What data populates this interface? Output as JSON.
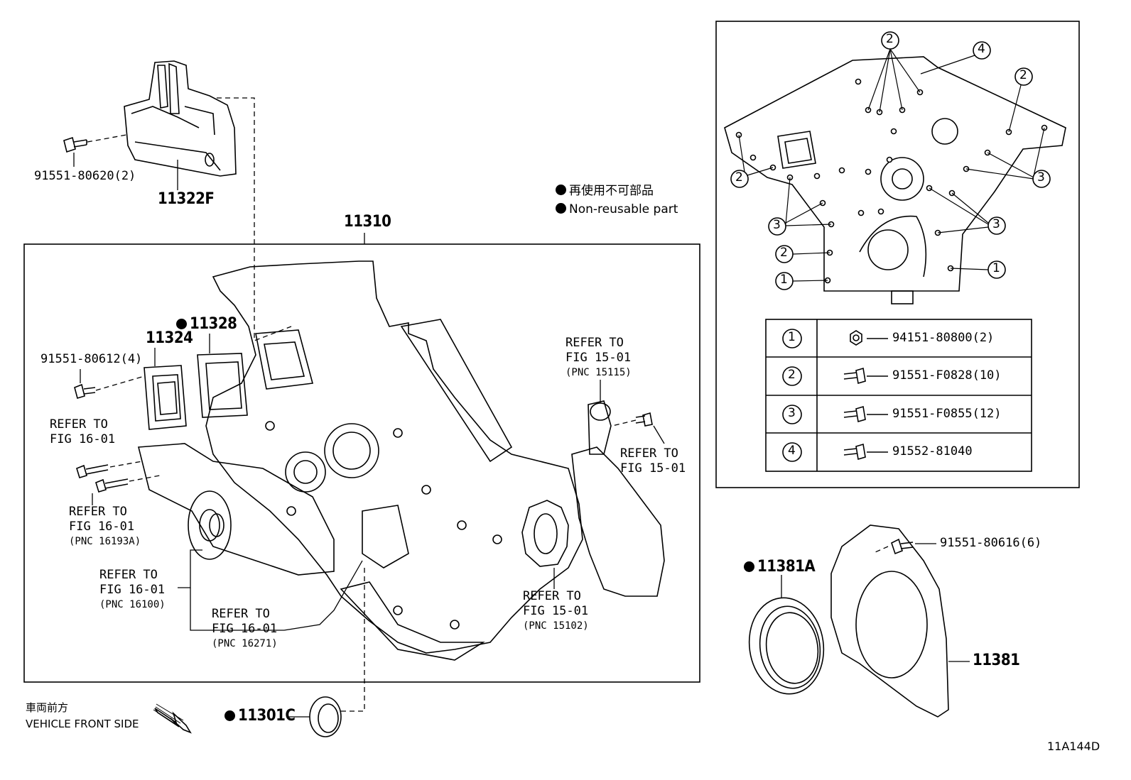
{
  "diagram_code": "11A144D",
  "legend": {
    "jp": "再使用不可部品",
    "en": "Non-reusable part",
    "dot_color": "#000000"
  },
  "front": {
    "jp": "車両前方",
    "en": "VEHICLE FRONT SIDE"
  },
  "parts": {
    "p11310": "11310",
    "p11322F": "11322F",
    "p11324": "11324",
    "p11328": "11328",
    "p11301C": "11301C",
    "p11381A": "11381A",
    "p11381": "11381",
    "b9155180620": "91551-80620(2)",
    "b9155180612": "91551-80612(4)",
    "b9155180616": "91551-80616(6)"
  },
  "refs": {
    "r1": {
      "l1": "REFER TO",
      "l2": "FIG 16-01",
      "pnc": ""
    },
    "r2": {
      "l1": "REFER TO",
      "l2": "FIG 16-01",
      "pnc": "(PNC 16193A)"
    },
    "r3": {
      "l1": "REFER TO",
      "l2": "FIG 16-01",
      "pnc": "(PNC 16100)"
    },
    "r4": {
      "l1": "REFER TO",
      "l2": "FIG 16-01",
      "pnc": "(PNC 16271)"
    },
    "r5": {
      "l1": "REFER TO",
      "l2": "FIG 15-01",
      "pnc": "(PNC 15115)"
    },
    "r6": {
      "l1": "REFER TO",
      "l2": "FIG 15-01",
      "pnc": ""
    },
    "r7": {
      "l1": "REFER TO",
      "l2": "FIG 15-01",
      "pnc": "(PNC 15102)"
    }
  },
  "bolt_table": [
    {
      "key": "1",
      "part": "94151-80800(2)",
      "icon": "nut-icon"
    },
    {
      "key": "2",
      "part": "91551-F0828(10)",
      "icon": "bolt-icon"
    },
    {
      "key": "3",
      "part": "91551-F0855(12)",
      "icon": "bolt-icon"
    },
    {
      "key": "4",
      "part": "91552-81040",
      "icon": "bolt-icon"
    }
  ],
  "callouts": {
    "c2a": "2",
    "c4": "4",
    "c2b": "2",
    "c2c": "2",
    "c3a": "3",
    "c3b": "3",
    "c3c": "3",
    "c2d": "2",
    "c1a": "1",
    "c1b": "1"
  }
}
